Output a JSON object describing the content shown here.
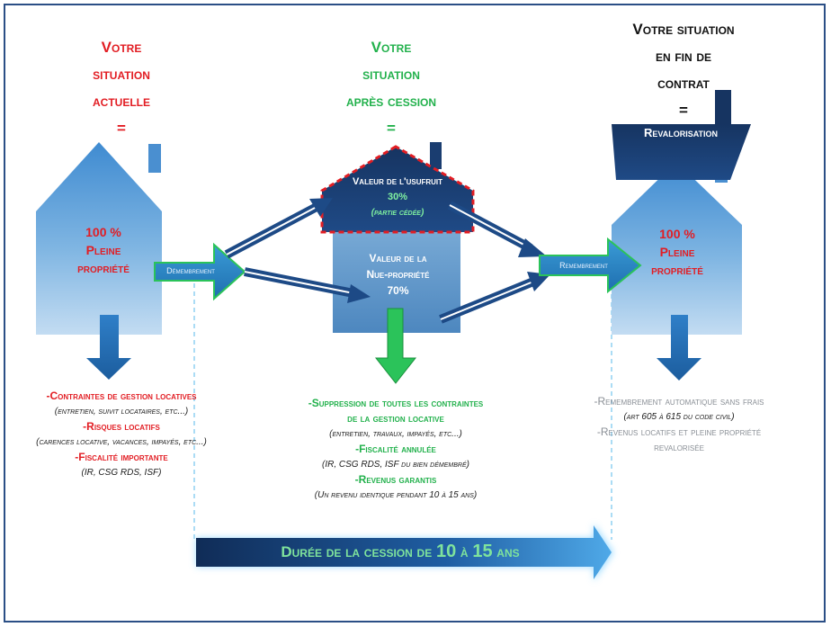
{
  "col1": {
    "title": [
      "Votre",
      "situation",
      "actuelle",
      "="
    ],
    "house_text": [
      "100 %",
      "Pleine",
      "propriété"
    ],
    "notes": [
      "-Contraintes de gestion locatives",
      "(entretien, suivit locataires, etc...)",
      "-Risques locatifs",
      "(carences locative, vacances, impayés, etc...)",
      "-Fiscalité importante",
      "(IR, CSG RDS, ISF)"
    ]
  },
  "col2": {
    "title": [
      "Votre",
      "situation",
      "après cession",
      "="
    ],
    "roof_text": [
      "Valeur de l'usufruit",
      "30%",
      "(partie cédée)"
    ],
    "body_text": [
      "Valeur de la",
      "Nue-propriété",
      "70%"
    ],
    "notes": [
      "-Suppression de toutes les contraintes",
      "de la gestion locative",
      "(entretien, travaux, impayés, etc...)",
      "-Fiscalité annulée",
      "(IR, CSG RDS, ISF du bien démembré)",
      "-Revenus garantis",
      "(Un revenu identique pendant 10 à 15 ans)"
    ]
  },
  "col3": {
    "title": [
      "Votre situation",
      "en fin de",
      "contrat",
      "="
    ],
    "roof_text": "Revalorisation",
    "house_text": [
      "100 %",
      "Pleine",
      "propriété"
    ],
    "notes": [
      "-Remembrement automatique sans frais",
      "(art 605 à 615 du code civil)",
      "-Revenus locatifs et pleine propriété",
      "revalorisée"
    ]
  },
  "arrows": {
    "demembrement": "Démembrement",
    "remembrement": "Remembrement"
  },
  "duration": {
    "prefix": "Durée de la cession de ",
    "from": "10",
    "mid": " à ",
    "to": "15",
    "suffix": " ans"
  },
  "colors": {
    "red": "#e21d23",
    "green": "#22b14c",
    "navy": "#1b3a6b",
    "light_blue": "#6aa6d8"
  }
}
